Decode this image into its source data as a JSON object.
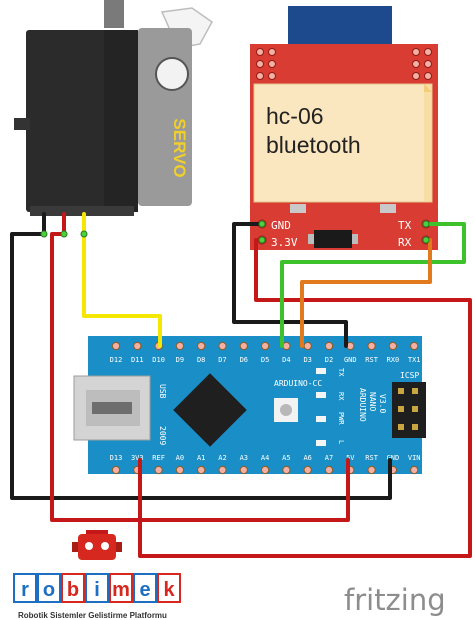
{
  "servo": {
    "label": "SERVO"
  },
  "bluetooth": {
    "note_line1": "hc-06",
    "note_line2": "bluetooth",
    "pins": {
      "gnd": "GND",
      "vcc": "3.3V",
      "tx": "TX",
      "rx": "RX"
    }
  },
  "nano": {
    "top_pins": [
      "D12",
      "D11",
      "D10",
      "D9",
      "D8",
      "D7",
      "D6",
      "D5",
      "D4",
      "D3",
      "D2",
      "GND",
      "RST",
      "RX0",
      "TX1"
    ],
    "bottom_pins": [
      "D13",
      "3V3",
      "REF",
      "A0",
      "A1",
      "A2",
      "A3",
      "A4",
      "A5",
      "A6",
      "A7",
      "5V",
      "RST",
      "GND",
      "VIN"
    ],
    "brand": "ARDUINO-CC",
    "model_lines": [
      "ARDUINO",
      "NANO",
      "V3.0"
    ],
    "usb_label": "USB",
    "year_label": "2009",
    "icsp_label": "ICSP",
    "led_labels": [
      "TX",
      "RX",
      "PWR",
      "L"
    ]
  },
  "robimek": {
    "letters": [
      "r",
      "o",
      "b",
      "i",
      "m",
      "e",
      "k"
    ],
    "tagline": "Robotik Sistemler Gelistirme Platformu"
  },
  "fritzing": {
    "wordmark": "fritzing"
  },
  "colors": {
    "servo_body": "#2b2b2b",
    "servo_cap": "#9a9a9a",
    "bt_board": "#d83c32",
    "bt_note": "#fbe7bf",
    "nano_board": "#1a8fc7",
    "wire_black": "#1a1a1a",
    "wire_red": "#c41818",
    "wire_yellow": "#f5e800",
    "wire_green": "#3ec22c",
    "wire_orange": "#e07a1c"
  }
}
